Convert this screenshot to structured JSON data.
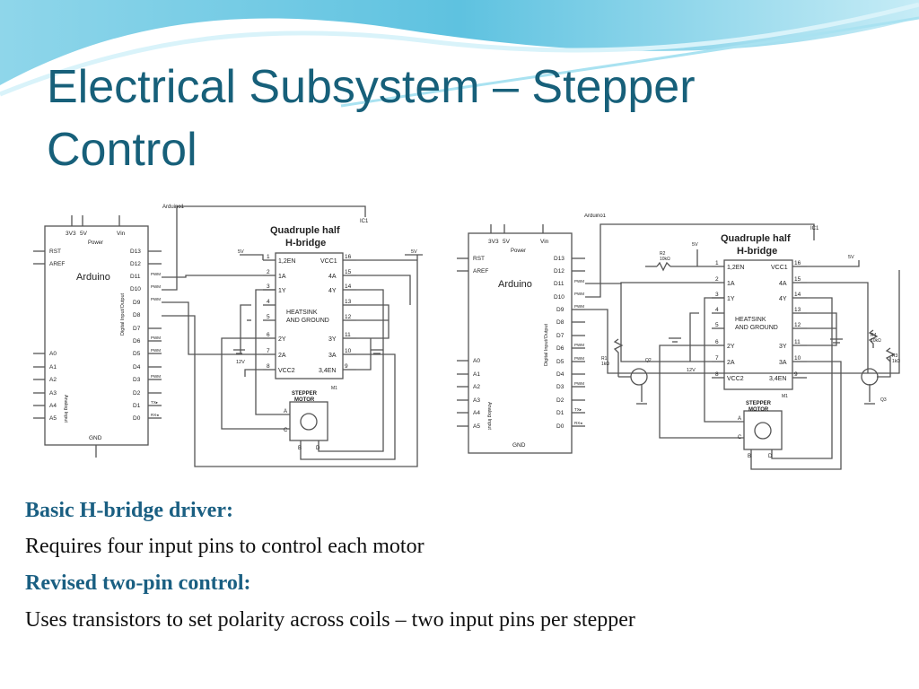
{
  "slide": {
    "title_line1": "Electrical Subsystem – Stepper",
    "title_line2": "Control"
  },
  "diagram_basic": {
    "board_ref": "Arduino1",
    "ic_ref": "IC1",
    "arduino_label": "Arduino",
    "power_header_pins": [
      "3V3",
      "5V",
      "Vin"
    ],
    "power_label": "Power",
    "left_pins": [
      "RST",
      "AREF",
      "A0",
      "A1",
      "A2",
      "A3",
      "A4",
      "A5"
    ],
    "digital_pins": [
      "D13",
      "D12",
      "D11",
      "D10",
      "D9",
      "D8",
      "D7",
      "D6",
      "D5",
      "D4",
      "D3",
      "D2",
      "D1",
      "D0"
    ],
    "pwm_label": "PWM",
    "tx_label": "TX▸",
    "rx_label": "RX◂",
    "digital_io_label": "Digital Input/Output",
    "analog_input_label": "Analog Input",
    "gnd_label": "GND",
    "chip_title_1": "Quadruple half",
    "chip_title_2": "H-bridge",
    "chip_left_pins": [
      "1",
      "2",
      "3",
      "4",
      "5",
      "6",
      "7",
      "8"
    ],
    "chip_left_labels": [
      "1,2EN",
      "1A",
      "1Y",
      "",
      "",
      "2Y",
      "2A",
      "VCC2"
    ],
    "chip_right_pins": [
      "16",
      "15",
      "14",
      "13",
      "12",
      "11",
      "10",
      "9"
    ],
    "chip_right_labels": [
      "VCC1",
      "4A",
      "4Y",
      "",
      "",
      "3Y",
      "3A",
      "3,4EN"
    ],
    "heatsink_label_1": "HEATSINK",
    "heatsink_label_2": "AND GROUND",
    "chip_ref": "M1",
    "supply_5v": "5V",
    "supply_12v": "12V",
    "motor_label_1": "STEPPER",
    "motor_label_2": "MOTOR",
    "motor_pins": [
      "A",
      "B",
      "C",
      "D"
    ]
  },
  "diagram_revised": {
    "resistor_r1": "R1",
    "resistor_r1_value": "1kΩ",
    "resistor_r2": "R2",
    "resistor_r2_value": "10kΩ",
    "resistor_r3": "R3",
    "resistor_r3_value": "1kΩ",
    "resistor_r4": "R4",
    "resistor_r4_value": "10kΩ",
    "transistor_q2": "Q2",
    "transistor_q3": "Q3"
  },
  "captions": {
    "basic_heading": "Basic H-bridge driver:",
    "basic_text": "Requires four input pins to control each motor",
    "revised_heading": "Revised two-pin control:",
    "revised_text": "Uses transistors to set polarity across coils – two input pins per stepper"
  },
  "colors": {
    "title": "#17607a",
    "heading": "#1a5f82",
    "wire": "#555555"
  }
}
